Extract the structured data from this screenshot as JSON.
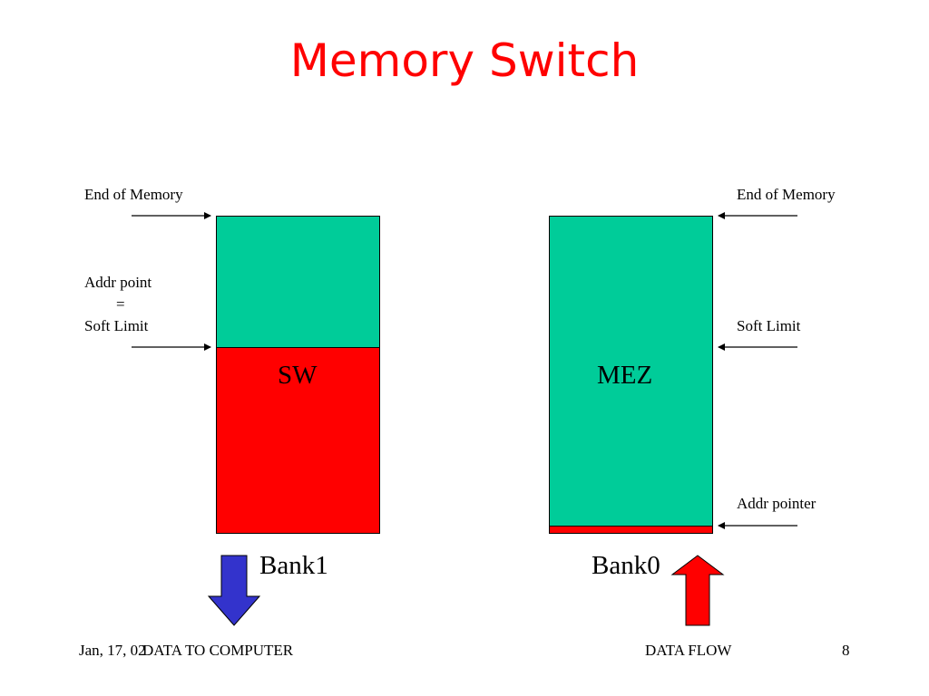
{
  "slide": {
    "title": "Memory Switch",
    "footer": {
      "date": "Jan, 17, 02",
      "center": "DATA TO COMPUTER",
      "right": "DATA FLOW",
      "page": "8"
    }
  },
  "bank1": {
    "name": "Bank1",
    "region_label": "SW",
    "end_label": "End of Memory",
    "limit_label_line1": "Addr point",
    "limit_label_line2": "=",
    "limit_label_line3": "Soft Limit"
  },
  "bank0": {
    "name": "Bank0",
    "region_label": "MEZ",
    "end_label": "End of Memory",
    "limit_label": "Soft Limit",
    "pointer_label": "Addr pointer"
  },
  "colors": {
    "title": "#ff0000",
    "free_memory": "#00cc99",
    "used_memory": "#ff0000",
    "down_arrow": "#3333cc",
    "up_arrow": "#ff0000"
  }
}
